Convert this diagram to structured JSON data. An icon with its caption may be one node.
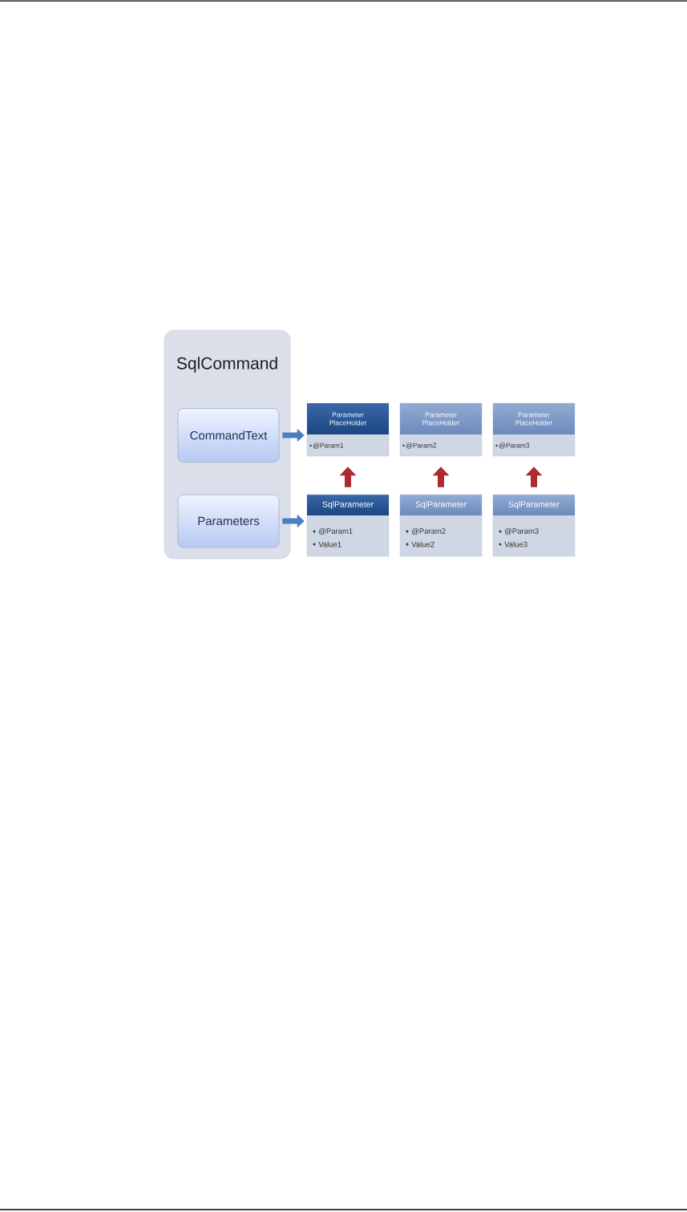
{
  "diagram": {
    "nodes": [
      {
        "text": [
          "SqlCommand"
        ]
      },
      {
        "text": [
          "CommandText"
        ],
        "in": 0
      },
      {
        "text": [
          "Parameters"
        ],
        "in": 0
      },
      {
        "text": [
          "Parameter PlaceHolder",
          "@Param1"
        ]
      },
      {
        "text": [
          "Parameter PlaceHolder",
          "@Param2"
        ]
      },
      {
        "text": [
          "Parameter PlaceHolder",
          "@Param3"
        ]
      },
      {
        "text": [
          "SqlParameter",
          "@Param1",
          "Value1"
        ]
      },
      {
        "text": [
          "SqlParameter",
          "@Param2",
          "Value2"
        ]
      },
      {
        "text": [
          "SqlParameter",
          "@Param3",
          "Value3"
        ]
      }
    ],
    "edges": [
      {
        "from": 1,
        "to": 3,
        "arrow": "to",
        "color": "#4a7fc1"
      },
      {
        "from": 2,
        "to": 6,
        "arrow": "to",
        "color": "#4a7fc1"
      },
      {
        "from": 6,
        "to": 3,
        "arrow": "to"
      },
      {
        "from": 7,
        "to": 4,
        "arrow": "to"
      },
      {
        "from": 8,
        "to": 5,
        "arrow": "to"
      }
    ]
  }
}
